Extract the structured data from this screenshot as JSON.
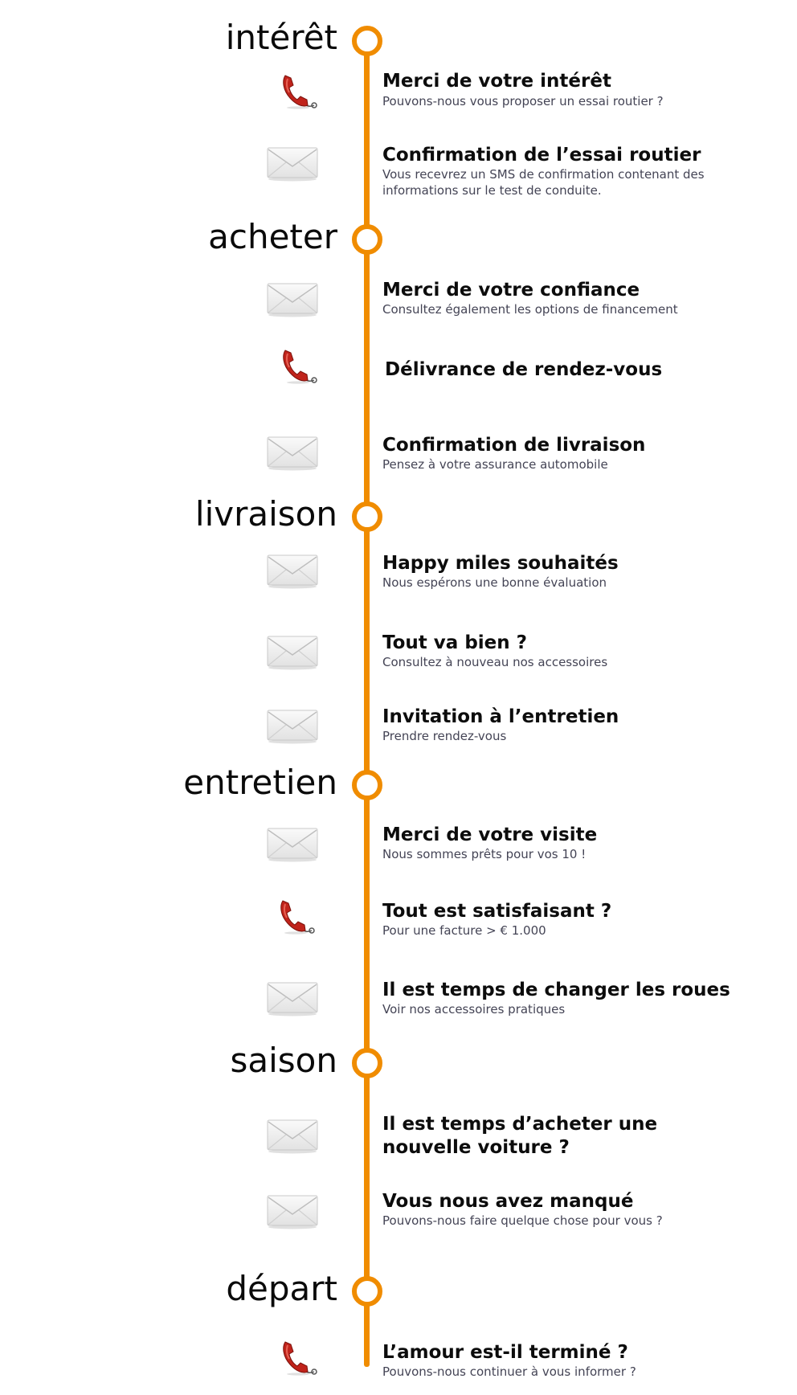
{
  "stages": {
    "interet": "intérêt",
    "acheter": "acheter",
    "livraison": "livraison",
    "entretien": "entretien",
    "saison": "saison",
    "depart": "départ"
  },
  "steps": [
    {
      "icon": "phone-icon",
      "title": "Merci de votre intérêt",
      "subtitle": "Pouvons-nous vous proposer un essai routier ?"
    },
    {
      "icon": "envelope-icon",
      "title": "Confirmation de l’essai routier",
      "subtitle": "Vous recevrez un SMS de confirmation contenant des informations sur le test de conduite."
    },
    {
      "icon": "envelope-icon",
      "title": "Merci de votre confiance",
      "subtitle": "Consultez également les options de financement"
    },
    {
      "icon": "phone-icon",
      "title": "Délivrance de rendez-vous"
    },
    {
      "icon": "envelope-icon",
      "title": "Confirmation de livraison",
      "subtitle": "Pensez à votre assurance automobile"
    },
    {
      "icon": "envelope-icon",
      "title": "Happy miles souhaités",
      "subtitle": "Nous espérons une bonne évaluation"
    },
    {
      "icon": "envelope-icon",
      "title": "Tout va bien ?",
      "subtitle": "Consultez à nouveau nos accessoires"
    },
    {
      "icon": "envelope-icon",
      "title": "Invitation à l’entretien",
      "subtitle": "Prendre rendez-vous"
    },
    {
      "icon": "envelope-icon",
      "title": "Merci de votre visite",
      "subtitle": "Nous sommes prêts pour vos 10 !"
    },
    {
      "icon": "phone-icon",
      "title": "Tout est satisfaisant ?",
      "subtitle": "Pour une facture > € 1.000"
    },
    {
      "icon": "envelope-icon",
      "title": "Il est temps de changer les roues",
      "subtitle": "Voir nos accessoires pratiques"
    },
    {
      "icon": "envelope-icon",
      "title": "Il est temps d’acheter une nouvelle voiture ?"
    },
    {
      "icon": "envelope-icon",
      "title": "Vous nous avez manqué",
      "subtitle": "Pouvons-nous faire quelque chose pour vous ?"
    },
    {
      "icon": "phone-icon",
      "title": "L’amour est-il terminé ?",
      "subtitle": "Pouvons-nous continuer à vous informer ?"
    }
  ],
  "colors": {
    "timeline": "#f08c00",
    "phone": "#c0231b",
    "envelope": "#e2e2e2"
  }
}
